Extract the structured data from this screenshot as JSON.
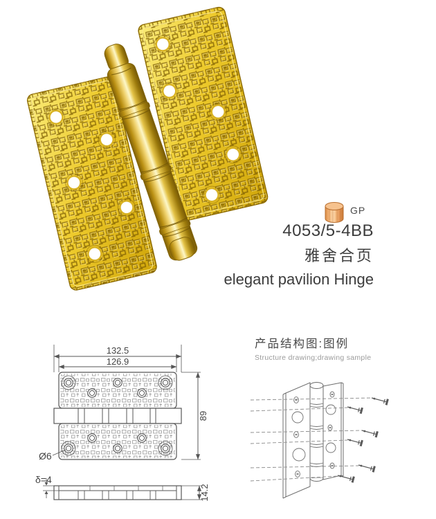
{
  "product": {
    "code": "4053/5-4BB",
    "name_cn": "雅舍合页",
    "name_en": "elegant pavilion Hinge",
    "finish_code": "GP"
  },
  "tech_drawing": {
    "dim_width_outer": "132.5",
    "dim_width_inner": "126.9",
    "dim_height": "89",
    "hole_diameter": "Ø6",
    "plate_thickness": "δ=4",
    "side_height": "14.2"
  },
  "structure_drawing": {
    "title_cn": "产品结构图:图例",
    "title_en": "Structure drawing;drawing sample"
  },
  "colors": {
    "gold_bright": "#f9e96d",
    "gold_mid": "#e3bd1d",
    "gold_dark": "#7b5c02",
    "copper_swatch": "#f2b477",
    "drawing_line": "#565656",
    "text_dark": "#3c3c3c",
    "text_gray": "#9a9a9a",
    "background": "#ffffff"
  }
}
